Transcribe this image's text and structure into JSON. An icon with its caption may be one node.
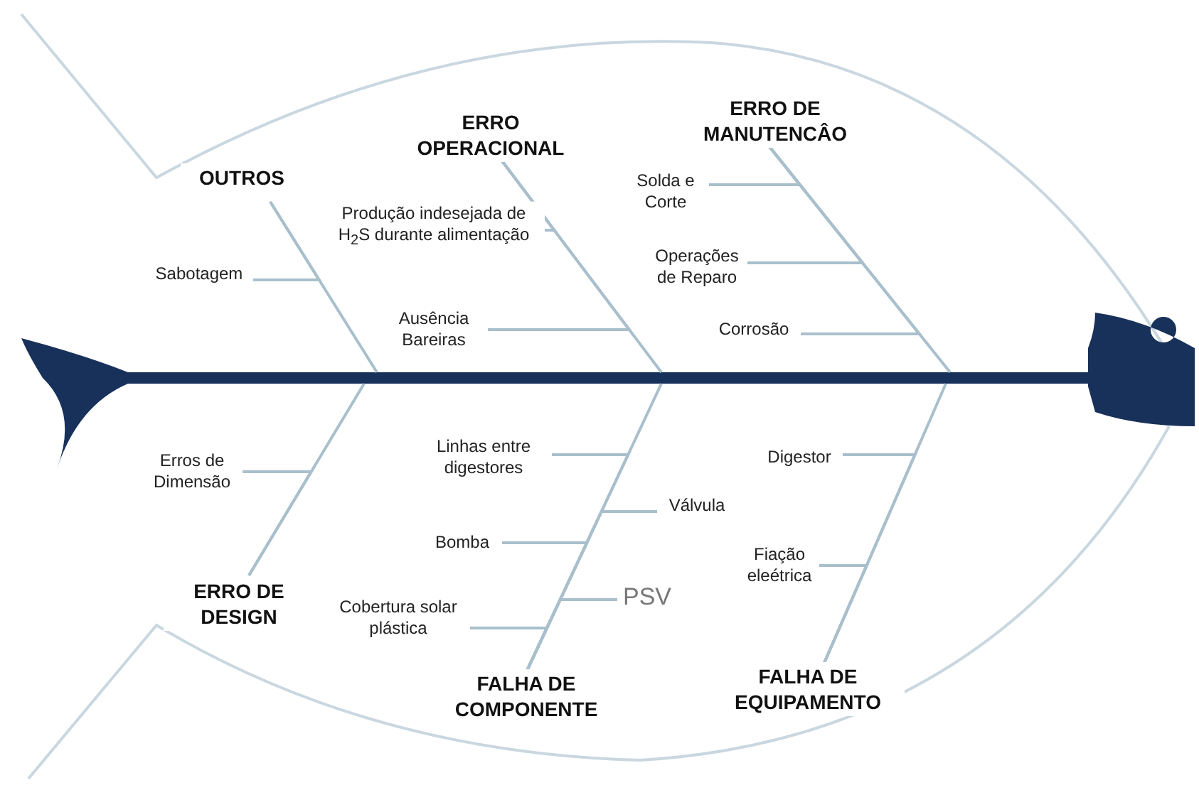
{
  "diagram": {
    "nodes": [
      {
        "text": [],
        "shape": "bar"
      },
      {
        "text": [
          "OUTROS"
        ]
      },
      {
        "text": [
          "Sabotagem"
        ]
      },
      {
        "text": [
          "ERRO OPERACIONAL"
        ]
      },
      {
        "text": [
          "Produção indesejada de H$_{2}$S durante alimentação"
        ]
      },
      {
        "text": [
          "Ausência Bareiras"
        ]
      },
      {
        "text": [
          "ERRO DE MANUTENCÂO"
        ]
      },
      {
        "text": [
          "Solda e Corte"
        ]
      },
      {
        "text": [
          "Operações de Reparo"
        ]
      },
      {
        "text": [
          "Corrosão"
        ]
      },
      {
        "text": [
          "ERRO DE DESIGN"
        ]
      },
      {
        "text": [
          "Erros de Dimensão"
        ]
      },
      {
        "text": [
          "FALHA DE COMPONENTE"
        ]
      },
      {
        "text": [
          "Linhas entre digestores"
        ]
      },
      {
        "text": [
          "Válvula"
        ]
      },
      {
        "text": [
          "Bomba"
        ]
      },
      {
        "text": [
          "PSV"
        ]
      },
      {
        "text": [
          "Cobertura solar plástica"
        ]
      },
      {
        "text": [
          "FALHA DE EQUIPAMENTO"
        ]
      },
      {
        "text": [
          "Digestor"
        ]
      },
      {
        "text": [
          "Fiação eleétrica"
        ]
      }
    ],
    "edges": [
      {
        "from": 1,
        "to": 0,
        "arrow": "none"
      },
      {
        "from": 2,
        "to": 1,
        "arrow": "none"
      },
      {
        "from": 3,
        "to": 0,
        "arrow": "none"
      },
      {
        "from": 4,
        "to": 3,
        "arrow": "none"
      },
      {
        "from": 5,
        "to": 3,
        "arrow": "none"
      },
      {
        "from": 6,
        "to": 0,
        "arrow": "none"
      },
      {
        "from": 7,
        "to": 6,
        "arrow": "none"
      },
      {
        "from": 8,
        "to": 6,
        "arrow": "none"
      },
      {
        "from": 9,
        "to": 6,
        "arrow": "none"
      },
      {
        "from": 10,
        "to": 0,
        "arrow": "none"
      },
      {
        "from": 11,
        "to": 10,
        "arrow": "none"
      },
      {
        "from": 12,
        "to": 0,
        "arrow": "none"
      },
      {
        "from": 13,
        "to": 12,
        "arrow": "none"
      },
      {
        "from": 14,
        "to": 12,
        "arrow": "none"
      },
      {
        "from": 15,
        "to": 12,
        "arrow": "none"
      },
      {
        "from": 16,
        "to": 12,
        "arrow": "none"
      },
      {
        "from": 17,
        "to": 12,
        "arrow": "none"
      },
      {
        "from": 18,
        "to": 0,
        "arrow": "none"
      },
      {
        "from": 19,
        "to": 18,
        "arrow": "none"
      },
      {
        "from": 20,
        "to": 18,
        "arrow": "none"
      }
    ]
  }
}
